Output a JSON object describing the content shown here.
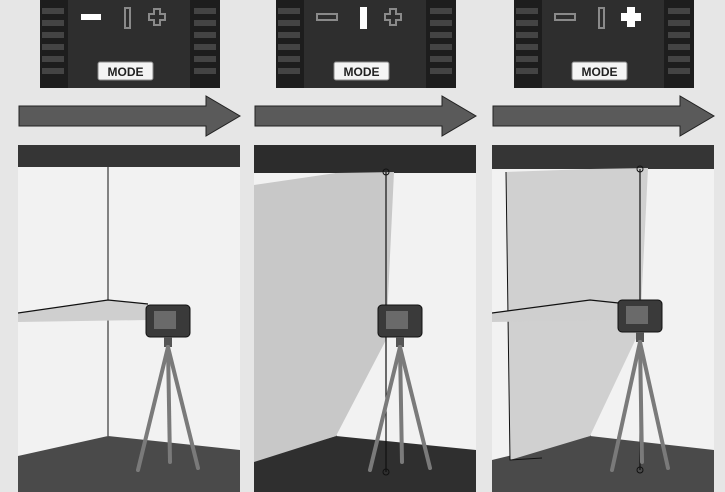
{
  "panels": [
    {
      "id": "horizontal",
      "mode_label": "MODE",
      "active_indicator": "minus",
      "indicators": [
        "minus-icon",
        "bar-icon",
        "plus-icon"
      ],
      "laser_lines": [
        "horizontal"
      ]
    },
    {
      "id": "vertical",
      "mode_label": "MODE",
      "active_indicator": "bar",
      "indicators": [
        "minus-icon",
        "bar-icon",
        "plus-icon"
      ],
      "laser_lines": [
        "vertical"
      ]
    },
    {
      "id": "cross",
      "mode_label": "MODE",
      "active_indicator": "plus",
      "indicators": [
        "minus-icon",
        "bar-icon",
        "plus-icon"
      ],
      "laser_lines": [
        "horizontal",
        "vertical"
      ]
    }
  ],
  "colors": {
    "background": "#e6e6e6",
    "device_body": "#2e2e2e",
    "arrow": "#5a5a5a",
    "ceiling": "#353535",
    "floor": "#4a4a4a",
    "wall": "#f2f2f2",
    "laser_plane": "#c8c8c8",
    "indicator_active": "#ffffff",
    "indicator_inactive": "#8a8a8a"
  }
}
